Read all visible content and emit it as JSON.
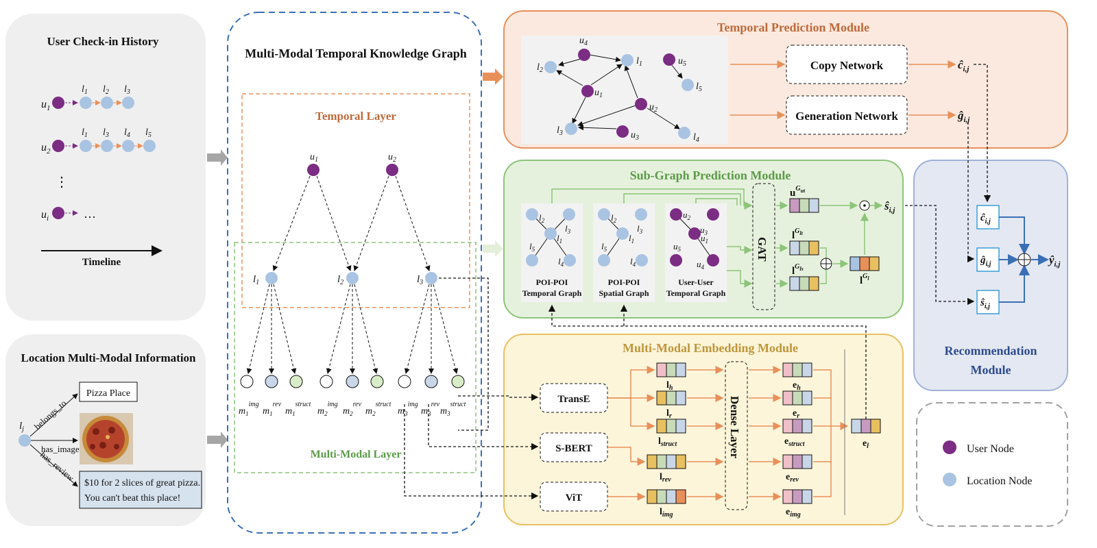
{
  "panels": {
    "history": {
      "title": "User Check-in History",
      "timeline": "Timeline",
      "users": [
        "u1",
        "u2",
        "ui"
      ],
      "ellipsis": "…",
      "vdots": "⋮"
    },
    "multimodal_info": {
      "title": "Location Multi-Modal Information",
      "node": "lj",
      "edges": [
        "belongs_to",
        "has_image",
        "has_review"
      ],
      "category": "Pizza Place",
      "review_line1": "$10 for 2 slices of great pizza.",
      "review_line2": "You can't beat this place!"
    },
    "mmtkg": {
      "title": "Multi-Modal Temporal Knowledge Graph",
      "temporal_layer": "Temporal Layer",
      "multimodal_layer": "Multi-Modal Layer"
    },
    "temporal": {
      "title": "Temporal Prediction Module",
      "copy": "Copy Network",
      "gen": "Generation Network"
    },
    "subgraph": {
      "title": "Sub-Graph Prediction Module",
      "gat": "GAT",
      "graphs": [
        [
          "POI-POI",
          "Temporal Graph"
        ],
        [
          "POI-POI",
          "Spatial Graph"
        ],
        [
          "User-User",
          "Temporal Graph"
        ]
      ]
    },
    "embedding": {
      "title": "Multi-Modal Embedding Module",
      "models": [
        "TransE",
        "S-BERT",
        "ViT"
      ],
      "dense": "Dense Layer"
    },
    "recommendation": {
      "title_line1": "Recommendation",
      "title_line2": "Module"
    },
    "legend": {
      "user": "User Node",
      "location": "Location Node"
    }
  },
  "colors": {
    "user": "#7b2c83",
    "location": "#a9c4e2",
    "orange": "#e8905a",
    "green": "#8cc47a",
    "blue": "#3a6fb5"
  }
}
